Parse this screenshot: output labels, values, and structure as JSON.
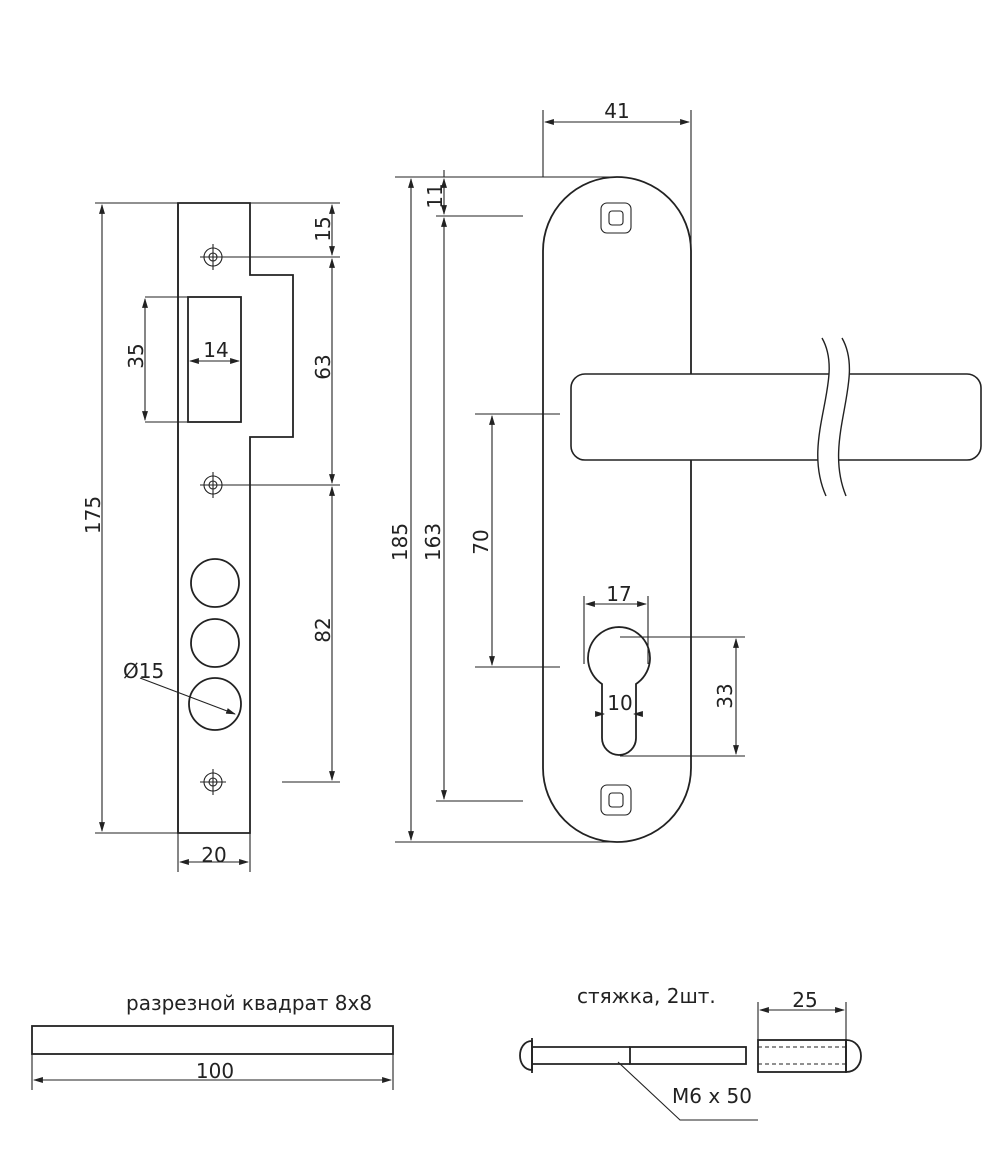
{
  "dimensions": {
    "strike_height": "175",
    "strike_top": "15",
    "strike_slot_height": "35",
    "strike_slot_width": "14",
    "strike_screw_spacing_1": "63",
    "strike_screw_spacing_2": "82",
    "strike_hole_diameter": "Ø15",
    "strike_width": "20",
    "plate_width": "41",
    "plate_top_offset": "11",
    "plate_height": "185",
    "plate_hole_spacing": "163",
    "handle_to_cylinder": "70",
    "cylinder_width": "17",
    "cylinder_height": "33",
    "cylinder_slot_width": "10",
    "spindle_length": "100",
    "sleeve_length": "25"
  },
  "captions": {
    "spindle": "разрезной квадрат 8x8",
    "bolts": "стяжка, 2шт.",
    "bolt_spec": "M6 x 50"
  }
}
